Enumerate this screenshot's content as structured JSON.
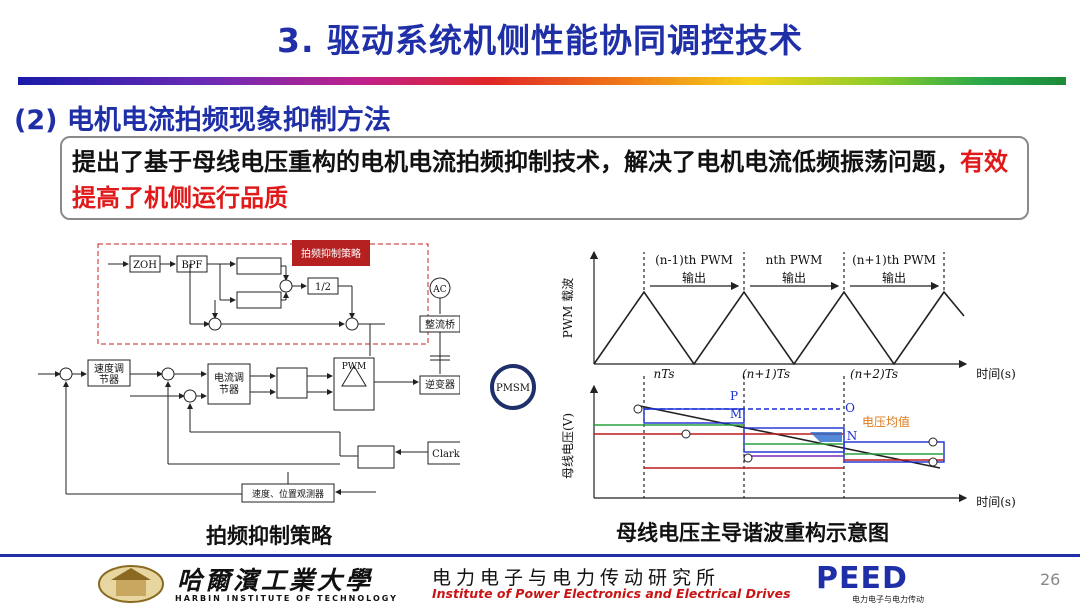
{
  "slide": {
    "title": "3. 驱动系统机侧性能协同调控技术",
    "subtitle": "(2) 电机电流拍频现象抑制方法",
    "callout_normal": "提出了基于母线电压重构的电机电流拍频抑制技术，解决了电机电流低频振荡问题，",
    "callout_highlight": "有效提高了机侧运行品质",
    "page_number": "26"
  },
  "left_figure": {
    "caption": "拍频抑制策略",
    "strategy_label": "拍频抑制策略",
    "blocks": {
      "zoh": "ZOH",
      "bpf": "BPF",
      "half": "1/2",
      "speed_reg": [
        "速度调",
        "节器"
      ],
      "current_reg": [
        "电流调",
        "节器"
      ],
      "pwm": "PWM",
      "rectifier": "整流桥",
      "inverter": "逆变器",
      "pmsm": "PMSM",
      "clark": "Clark",
      "observer": "速度、位置观测器",
      "ac": "AC"
    }
  },
  "right_figure": {
    "caption": "母线电压主导谐波重构示意图",
    "periods": [
      "(n-1)th PWM",
      "nth PWM",
      "(n+1)th PWM"
    ],
    "period_sub": [
      "输出",
      "输出",
      "输出"
    ],
    "top_ylabel": "PWM 载波",
    "bottom_ylabel": "母线电压(V)",
    "xlabel": "时间(s)",
    "ticks": [
      "nTs",
      "(n+1)Ts",
      "(n+2)Ts"
    ],
    "avg_label": "电压均值",
    "points": [
      "P",
      "M",
      "O",
      "N"
    ]
  },
  "footer": {
    "hit_cn": "哈爾濱工業大學",
    "hit_en": "HARBIN INSTITUTE OF TECHNOLOGY",
    "lab_cn": "电力电子与电力传动研究所",
    "lab_en": "Institute of Power Electronics and Electrical Drives",
    "peed": "PEED",
    "peed_sub": "电力电子与电力传动"
  },
  "colors": {
    "title_blue": "#1f2fa8",
    "highlight_red": "#e01a1a",
    "strategy_red": "#b52020"
  }
}
